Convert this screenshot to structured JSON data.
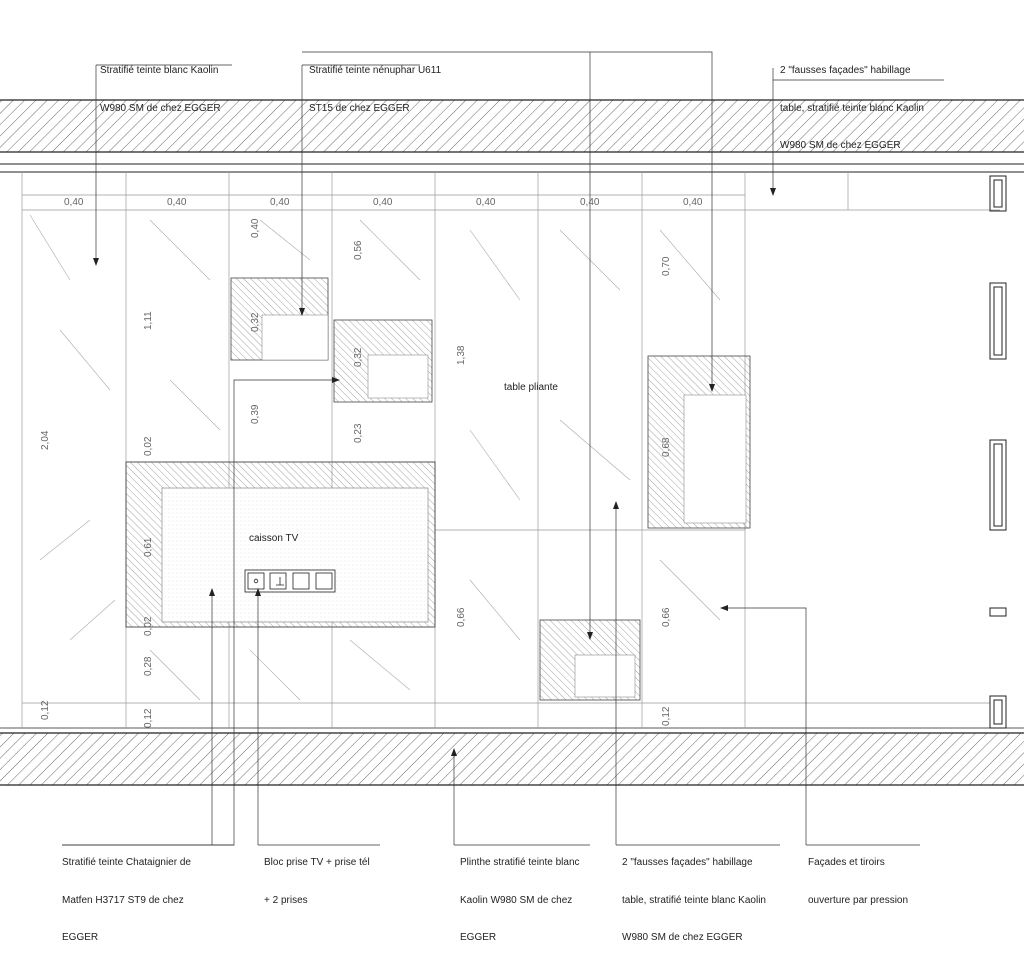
{
  "callouts": {
    "kaolin_top": [
      "Stratifié teinte blanc Kaolin",
      "W980 SM de chez EGGER"
    ],
    "nenuphar": [
      "Stratifié teinte nénuphar U611",
      "ST15 de chez EGGER"
    ],
    "facades_top": [
      "2 \"fausses façades\" habillage",
      "table, stratifié teinte blanc Kaolin",
      "W980 SM de chez EGGER"
    ],
    "chataignier": [
      "Stratifié teinte Chataignier de",
      "Matfen H3717 ST9 de chez",
      "EGGER"
    ],
    "bloc_prise": [
      "Bloc prise TV + prise tél",
      "+ 2 prises"
    ],
    "plinthe": [
      "Plinthe stratifié teinte blanc",
      "Kaolin W980 SM de chez",
      "EGGER"
    ],
    "facades_bottom": [
      "2 \"fausses façades\" habillage",
      "table, stratifié teinte blanc Kaolin",
      "W980 SM de chez EGGER"
    ],
    "pression": [
      "Façades et tiroirs",
      "ouverture par pression"
    ]
  },
  "labels": {
    "caisson_tv": "caisson TV",
    "table_pliante": "table pliante"
  },
  "dimensions": {
    "widths": [
      "0,40",
      "0,40",
      "0,40",
      "0,40",
      "0,40",
      "0,40",
      "0,40"
    ],
    "overall_height": "2,04",
    "col2": [
      "1,11",
      "0,02",
      "0,61",
      "0,02",
      "0,28",
      "0,12"
    ],
    "col3": [
      "0,40",
      "0,32",
      "0,39"
    ],
    "col4": [
      "0,56",
      "0,32",
      "0,23"
    ],
    "col5": [
      "1,38",
      "0,66"
    ],
    "col7": [
      "0,70",
      "0,68",
      "0,66",
      "0,12"
    ],
    "col1_bottom": "0,12"
  },
  "colors": {
    "line": "#222222",
    "hatch": "#444444",
    "light": "#9a9a9a"
  }
}
